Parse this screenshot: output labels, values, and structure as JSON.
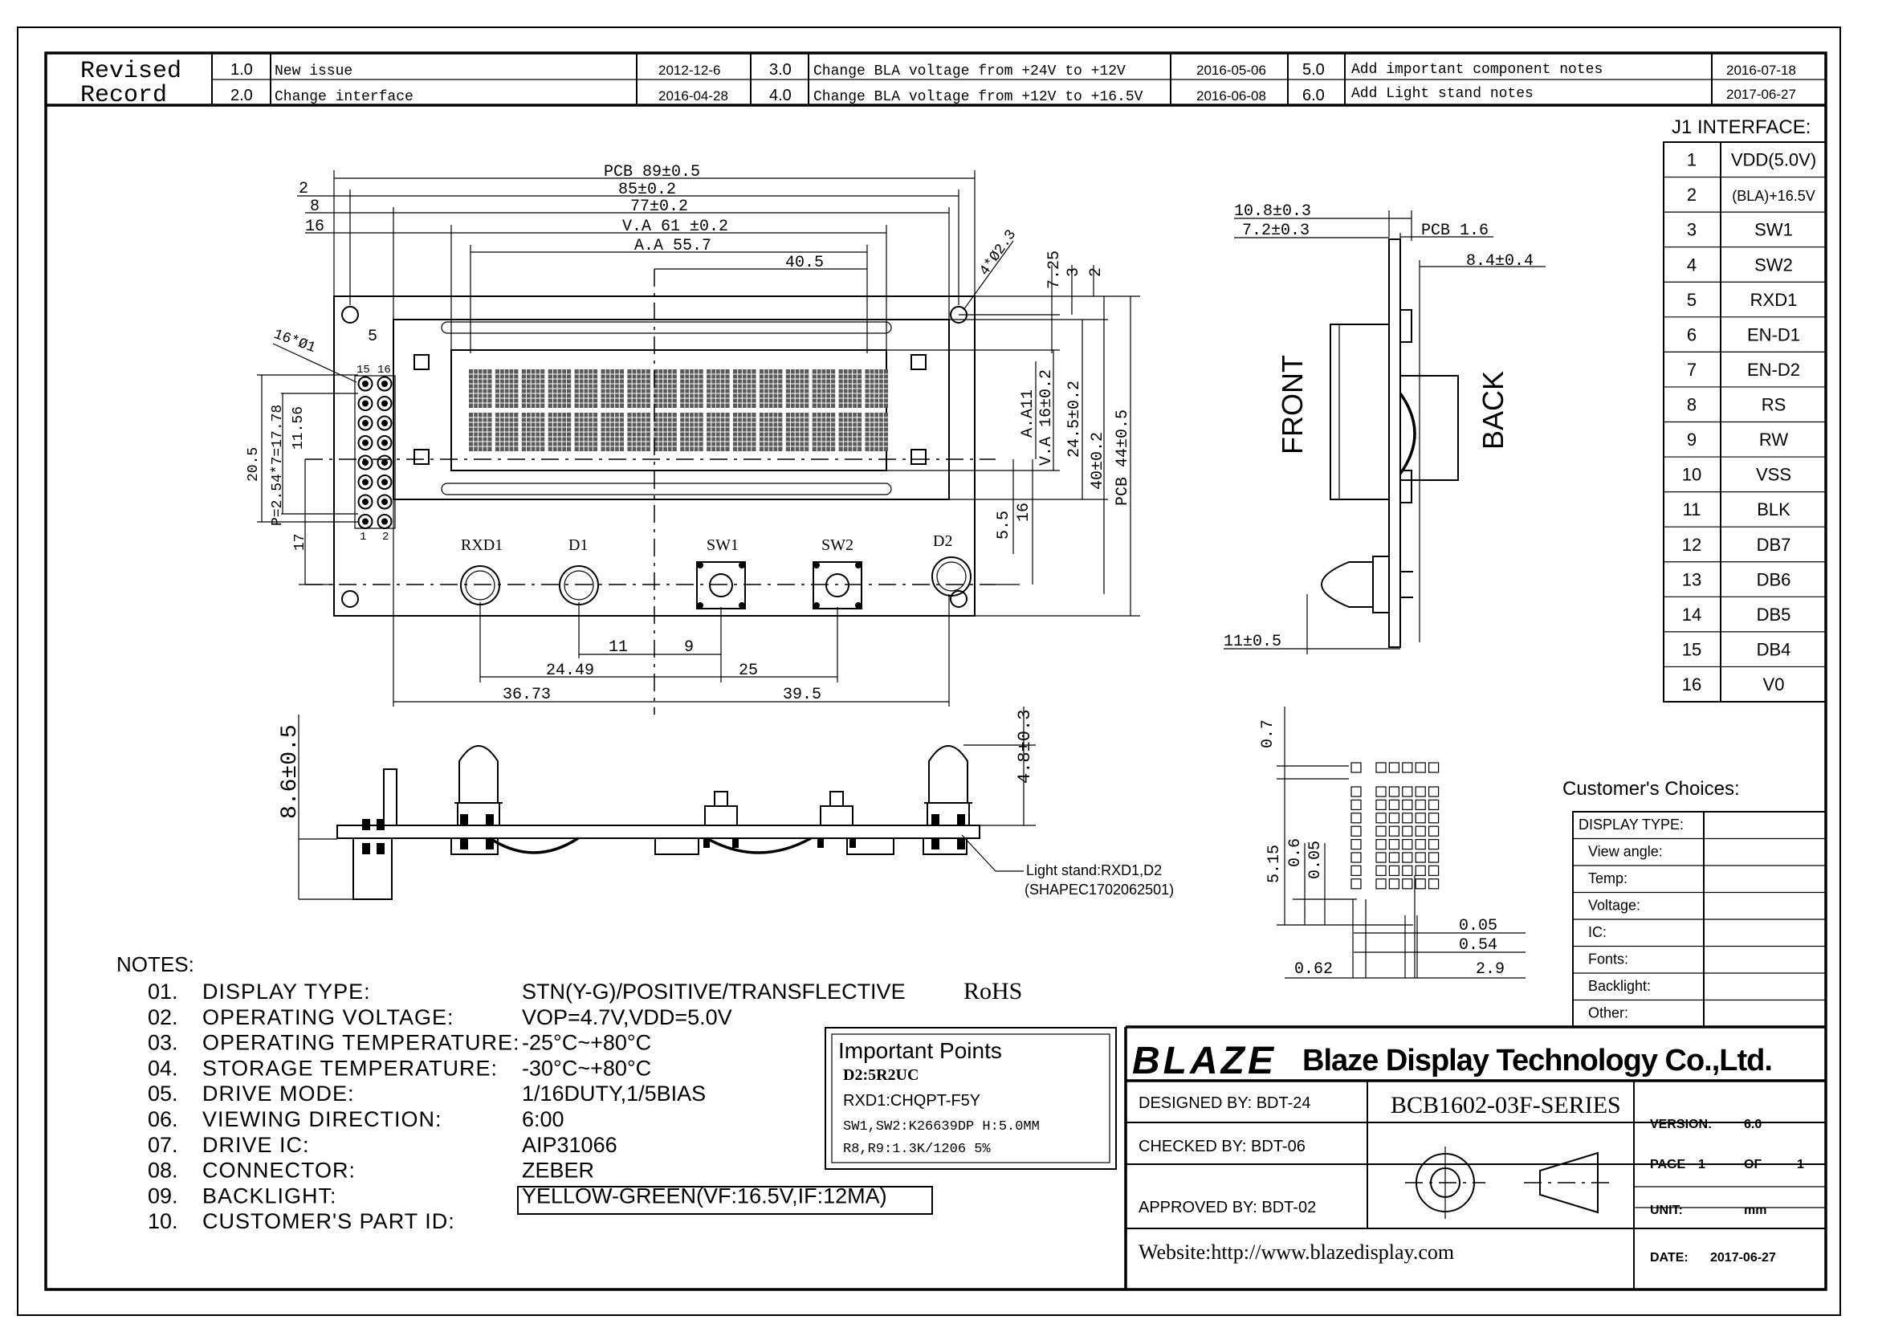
{
  "revision": {
    "label_1": "Revised",
    "label_2": "Record",
    "entries": [
      {
        "ver": "1.0",
        "desc": "New issue",
        "date": "2012-12-6"
      },
      {
        "ver": "2.0",
        "desc": "Change interface",
        "date": "2016-04-28"
      },
      {
        "ver": "3.0",
        "desc": "Change BLA voltage from +24V to +12V",
        "date": "2016-05-06"
      },
      {
        "ver": "4.0",
        "desc": "Change BLA voltage from +12V to +16.5V",
        "date": "2016-06-08"
      },
      {
        "ver": "5.0",
        "desc": "Add important component notes",
        "date": "2016-07-18"
      },
      {
        "ver": "6.0",
        "desc": "Add Light stand notes",
        "date": "2017-06-27"
      }
    ]
  },
  "interface": {
    "title": "J1 INTERFACE:",
    "pins": [
      {
        "no": "1",
        "name": "VDD(5.0V)"
      },
      {
        "no": "2",
        "name": "(BLA)+16.5V"
      },
      {
        "no": "3",
        "name": "SW1"
      },
      {
        "no": "4",
        "name": "SW2"
      },
      {
        "no": "5",
        "name": "RXD1"
      },
      {
        "no": "6",
        "name": "EN-D1"
      },
      {
        "no": "7",
        "name": "EN-D2"
      },
      {
        "no": "8",
        "name": "RS"
      },
      {
        "no": "9",
        "name": "RW"
      },
      {
        "no": "10",
        "name": "VSS"
      },
      {
        "no": "11",
        "name": "BLK"
      },
      {
        "no": "12",
        "name": "DB7"
      },
      {
        "no": "13",
        "name": "DB6"
      },
      {
        "no": "14",
        "name": "DB5"
      },
      {
        "no": "15",
        "name": "DB4"
      },
      {
        "no": "16",
        "name": "V0"
      }
    ]
  },
  "front_view": {
    "dims": {
      "pcb_w": "PCB 89±0.5",
      "w85": "85±0.2",
      "w77": "77±0.2",
      "va_w": "V.A 61 ±0.2",
      "aa_w": "A.A 55.7",
      "half": "40.5",
      "d2": "2",
      "d8": "8",
      "d16": "16",
      "d5": "5",
      "hole_dia": "4*Ø2.3",
      "pin_dia": "16*Ø1",
      "h725": "7.25",
      "h3": "3",
      "h2": "2",
      "aa_h": "A.A11",
      "va_h": "V.A 16±0.2",
      "h245": "24.5±0.2",
      "h40": "40±0.2",
      "pcb_h": "PCB 44±0.5",
      "h55": "5.5",
      "h16": "16",
      "pitch": "P=2.54*7=17.78",
      "h1156": "11.56",
      "h205": "20.5",
      "h17": "17",
      "b11": "11",
      "b9": "9",
      "b2449": "24.49",
      "b25": "25",
      "b3673": "36.73",
      "b395": "39.5"
    },
    "pin_labels": {
      "p15": "15",
      "p16": "16",
      "p1": "1",
      "p2": "2"
    },
    "components": {
      "rxd1": "RXD1",
      "d1": "D1",
      "sw1": "SW1",
      "sw2": "SW2",
      "d2": "D2"
    }
  },
  "side_view": {
    "dims": {
      "w108": "10.8±0.3",
      "w72": "7.2±0.3",
      "pcb16": "PCB 1.6",
      "w84": "8.4±0.4",
      "w11": "11±0.5"
    },
    "front_label": "FRONT",
    "back_label": "BACK"
  },
  "bottom_view": {
    "h86": "8.6±0.5",
    "h48": "4.8±0.3",
    "light_stand": "Light stand:RXD1,D2",
    "light_stand_code": "(SHAPEC1702062501)"
  },
  "dot_detail": {
    "d07": "0.7",
    "d515": "5.15",
    "d06": "0.6",
    "d005a": "0.05",
    "d005b": "0.05",
    "d054": "0.54",
    "d29": "2.9",
    "d062": "0.62"
  },
  "customer": {
    "title": "Customer's Choices:",
    "rows": [
      "DISPLAY TYPE:",
      "View angle:",
      "Temp:",
      "Voltage:",
      "IC:",
      "Fonts:",
      "Backlight:",
      "Other:"
    ]
  },
  "notes": {
    "title": "NOTES:",
    "items": [
      {
        "num": "01.",
        "label": "DISPLAY TYPE:",
        "value": "STN(Y-G)/POSITIVE/TRANSFLECTIVE",
        "extra": "RoHS"
      },
      {
        "num": "02.",
        "label": "OPERATING VOLTAGE:",
        "value": "VOP=4.7V,VDD=5.0V"
      },
      {
        "num": "03.",
        "label": "OPERATING TEMPERATURE:",
        "value": "-25°C~+80°C"
      },
      {
        "num": "04.",
        "label": "STORAGE TEMPERATURE:",
        "value": "-30°C~+80°C"
      },
      {
        "num": "05.",
        "label": "DRIVE MODE:",
        "value": "1/16DUTY,1/5BIAS"
      },
      {
        "num": "06.",
        "label": "VIEWING DIRECTION:",
        "value": "6:00"
      },
      {
        "num": "07.",
        "label": "DRIVE IC:",
        "value": "AIP31066"
      },
      {
        "num": "08.",
        "label": "CONNECTOR:",
        "value": "ZEBER"
      },
      {
        "num": "09.",
        "label": "BACKLIGHT:",
        "value": "YELLOW-GREEN(VF:16.5V,IF:12MA)"
      },
      {
        "num": "10.",
        "label": "CUSTOMER'S PART ID:",
        "value": ""
      }
    ]
  },
  "important": {
    "title": "Important  Points",
    "lines": [
      "D2:5R2UC",
      "RXD1:CHQPT-F5Y",
      "SW1,SW2:K26639DP H:5.0MM",
      "R8,R9:1.3K/1206 5%"
    ]
  },
  "title_block": {
    "logo": "BLAZE",
    "company": "Blaze Display Technology Co.,Ltd.",
    "designed": "DESIGNED BY: BDT-24",
    "checked": "CHECKED BY: BDT-06",
    "approved": "APPROVED BY: BDT-02",
    "model": "BCB1602-03F-SERIES",
    "version_label": "VERSION:",
    "version": "6.0",
    "page_label": "PAGE",
    "page": "1",
    "of_label": "OF",
    "of": "1",
    "unit_label": "UNIT:",
    "unit": "mm",
    "date_label": "DATE:",
    "date": "2017-06-27",
    "website": "Website:http://www.blazedisplay.com"
  }
}
